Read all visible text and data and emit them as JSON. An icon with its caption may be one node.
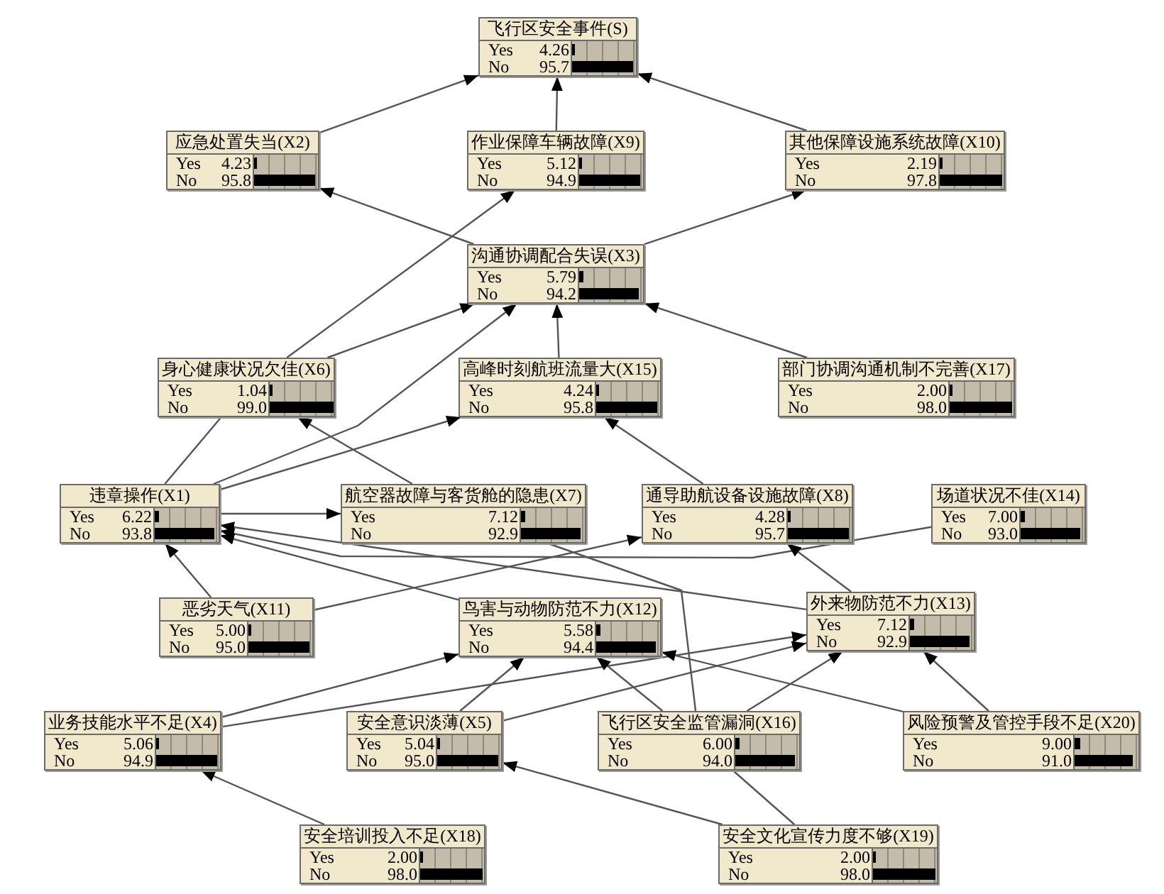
{
  "diagram": {
    "nodes": [
      {
        "text": [
          "飞行区安全事件(S)",
          "Yes",
          "4.26",
          "No",
          "95.7"
        ]
      },
      {
        "text": [
          "应急处置失当(X2)",
          "Yes",
          "4.23",
          "No",
          "95.8"
        ]
      },
      {
        "text": [
          "作业保障车辆故障(X9)",
          "Yes",
          "5.12",
          "No",
          "94.9"
        ]
      },
      {
        "text": [
          "其他保障设施系统故障(X10)",
          "Yes",
          "2.19",
          "No",
          "97.8"
        ]
      },
      {
        "text": [
          "沟通协调配合失误(X3)",
          "Yes",
          "5.79",
          "No",
          "94.2"
        ]
      },
      {
        "text": [
          "身心健康状况欠佳(X6)",
          "Yes",
          "1.04",
          "No",
          "99.0"
        ]
      },
      {
        "text": [
          "高峰时刻航班流量大(X15)",
          "Yes",
          "4.24",
          "No",
          "95.8"
        ]
      },
      {
        "text": [
          "部门协调沟通机制不完善(X17)",
          "Yes",
          "2.00",
          "No",
          "98.0"
        ]
      },
      {
        "text": [
          "违章操作(X1)",
          "Yes",
          "6.22",
          "No",
          "93.8"
        ]
      },
      {
        "text": [
          "航空器故障与客货舱的隐患(X7)",
          "Yes",
          "7.12",
          "No",
          "92.9"
        ]
      },
      {
        "text": [
          "通导助航设备设施故障(X8)",
          "Yes",
          "4.28",
          "No",
          "95.7"
        ]
      },
      {
        "text": [
          "场道状况不佳(X14)",
          "Yes",
          "7.00",
          "No",
          "93.0"
        ]
      },
      {
        "text": [
          "恶劣天气(X11)",
          "Yes",
          "5.00",
          "No",
          "95.0"
        ]
      },
      {
        "text": [
          "鸟害与动物防范不力(X12)",
          "Yes",
          "5.58",
          "No",
          "94.4"
        ]
      },
      {
        "text": [
          "外来物防范不力(X13)",
          "Yes",
          "7.12",
          "No",
          "92.9"
        ]
      },
      {
        "text": [
          "业务技能水平不足(X4)",
          "Yes",
          "5.06",
          "No",
          "94.9"
        ]
      },
      {
        "text": [
          "安全意识淡薄(X5)",
          "Yes",
          "5.04",
          "No",
          "95.0"
        ]
      },
      {
        "text": [
          "飞行区安全监管漏洞(X16)",
          "Yes",
          "6.00",
          "No",
          "94.0"
        ]
      },
      {
        "text": [
          "风险预警及管控手段不足(X20)",
          "Yes",
          "9.00",
          "No",
          "91.0"
        ]
      },
      {
        "text": [
          "安全培训投入不足(X18)",
          "Yes",
          "2.00",
          "No",
          "98.0"
        ]
      },
      {
        "text": [
          "安全文化宣传力度不够(X19)",
          "Yes",
          "2.00",
          "No",
          "98.0"
        ]
      }
    ],
    "edges": [
      {
        "from": 1,
        "to": 0,
        "arrow": "to"
      },
      {
        "from": 2,
        "to": 0,
        "arrow": "to"
      },
      {
        "from": 3,
        "to": 0,
        "arrow": "to"
      },
      {
        "from": 4,
        "to": 1,
        "arrow": "to"
      },
      {
        "from": 4,
        "to": 3,
        "arrow": "to"
      },
      {
        "from": 5,
        "to": 2,
        "arrow": "to"
      },
      {
        "from": 5,
        "to": 4,
        "arrow": "to"
      },
      {
        "from": 8,
        "to": 4,
        "arrow": "to"
      },
      {
        "from": 6,
        "to": 4,
        "arrow": "to"
      },
      {
        "from": 7,
        "to": 4,
        "arrow": "to"
      },
      {
        "from": 8,
        "to": 5,
        "arrow": "none"
      },
      {
        "from": 9,
        "to": 5,
        "arrow": "to"
      },
      {
        "from": 8,
        "to": 6,
        "arrow": "to"
      },
      {
        "from": 10,
        "to": 6,
        "arrow": "to"
      },
      {
        "from": 8,
        "to": 9,
        "arrow": "to"
      },
      {
        "from": 11,
        "to": 8,
        "arrow": "to"
      },
      {
        "from": 14,
        "to": 8,
        "arrow": "to"
      },
      {
        "from": 13,
        "to": 8,
        "arrow": "to"
      },
      {
        "from": 17,
        "to": 9,
        "arrow": "none"
      },
      {
        "from": 12,
        "to": 8,
        "arrow": "to"
      },
      {
        "from": 12,
        "to": 10,
        "arrow": "to"
      },
      {
        "from": 14,
        "to": 10,
        "arrow": "to"
      },
      {
        "from": 15,
        "to": 13,
        "arrow": "to"
      },
      {
        "from": 15,
        "to": 14,
        "arrow": "to"
      },
      {
        "from": 16,
        "to": 13,
        "arrow": "to"
      },
      {
        "from": 16,
        "to": 14,
        "arrow": "to"
      },
      {
        "from": 17,
        "to": 13,
        "arrow": "to"
      },
      {
        "from": 17,
        "to": 14,
        "arrow": "to"
      },
      {
        "from": 18,
        "to": 13,
        "arrow": "to"
      },
      {
        "from": 18,
        "to": 14,
        "arrow": "to"
      },
      {
        "from": 19,
        "to": 15,
        "arrow": "to"
      },
      {
        "from": 20,
        "to": 16,
        "arrow": "to"
      },
      {
        "from": 17,
        "to": 20,
        "arrow": "none"
      }
    ]
  }
}
